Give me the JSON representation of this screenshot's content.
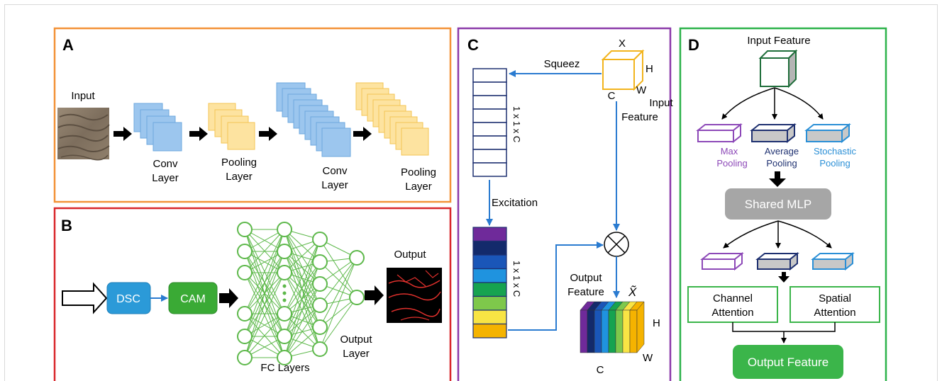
{
  "panel_a": {
    "label": "A",
    "input_label": "Input",
    "conv1_label": [
      "Conv",
      "Layer"
    ],
    "pool1_label": [
      "Pooling",
      "Layer"
    ],
    "conv2_label": [
      "Conv",
      "Layer"
    ],
    "pool2_label": [
      "Pooling",
      "Layer"
    ]
  },
  "panel_b": {
    "label": "B",
    "dsc_label": "DSC",
    "cam_label": "CAM",
    "fc_label": "FC Layers",
    "output_layer_label": [
      "Output",
      "Layer"
    ],
    "output_label": "Output"
  },
  "panel_c": {
    "label": "C",
    "squeeze_label": "Squeez",
    "x_label": "X",
    "h_label": "H",
    "w_label": "W",
    "c_label": "C",
    "input_feature_label": [
      "Input",
      "Feature"
    ],
    "dim_label_top": "1 x 1 x C",
    "dim_label_bottom": "1 x 1 x C",
    "excitation_label": "Excitation",
    "output_feature_label": [
      "Output",
      "Feature"
    ],
    "xtilde_label": "X̃",
    "out_h_label": "H",
    "out_w_label": "W",
    "out_c_label": "C"
  },
  "panel_d": {
    "label": "D",
    "input_feature_label": "Input Feature",
    "max_pooling_label": [
      "Max",
      "Pooling"
    ],
    "avg_pooling_label": [
      "Average",
      "Pooling"
    ],
    "stoch_pooling_label": [
      "Stochastic",
      "Pooling"
    ],
    "shared_mlp_label": "Shared MLP",
    "channel_attention_label": [
      "Channel",
      "Attention"
    ],
    "spatial_attention_label": [
      "Spatial",
      "Attention"
    ],
    "output_feature_label": "Output Feature"
  },
  "colors": {
    "panel_a_border": "#f39237",
    "panel_b_border": "#d9262a",
    "panel_c_border": "#8b3aa9",
    "panel_d_border": "#2db24a",
    "conv_blue": "#9cc6ee",
    "pool_yellow": "#fde3a0",
    "dsc_blue": "#2b9ad8",
    "cam_green": "#3aaa35",
    "fc_green": "#5db84a",
    "arrow_blue": "#2a7bd0",
    "max_purple": "#8d49b8",
    "avg_navy": "#1e3070",
    "stoch_blue": "#2a8fd6",
    "mlp_gray": "#a6a6a6",
    "output_green": "#3bb54a",
    "excitation_colors": [
      "#6f2a9a",
      "#132a6b",
      "#1a56b8",
      "#1f93df",
      "#16a350",
      "#7ec84b",
      "#f8e444",
      "#f5b300"
    ],
    "output_stack_colors": [
      "#6f2a9a",
      "#132a6b",
      "#1a56b8",
      "#1f93df",
      "#16a350",
      "#7ec84b",
      "#f8e444",
      "#f5b300"
    ]
  }
}
